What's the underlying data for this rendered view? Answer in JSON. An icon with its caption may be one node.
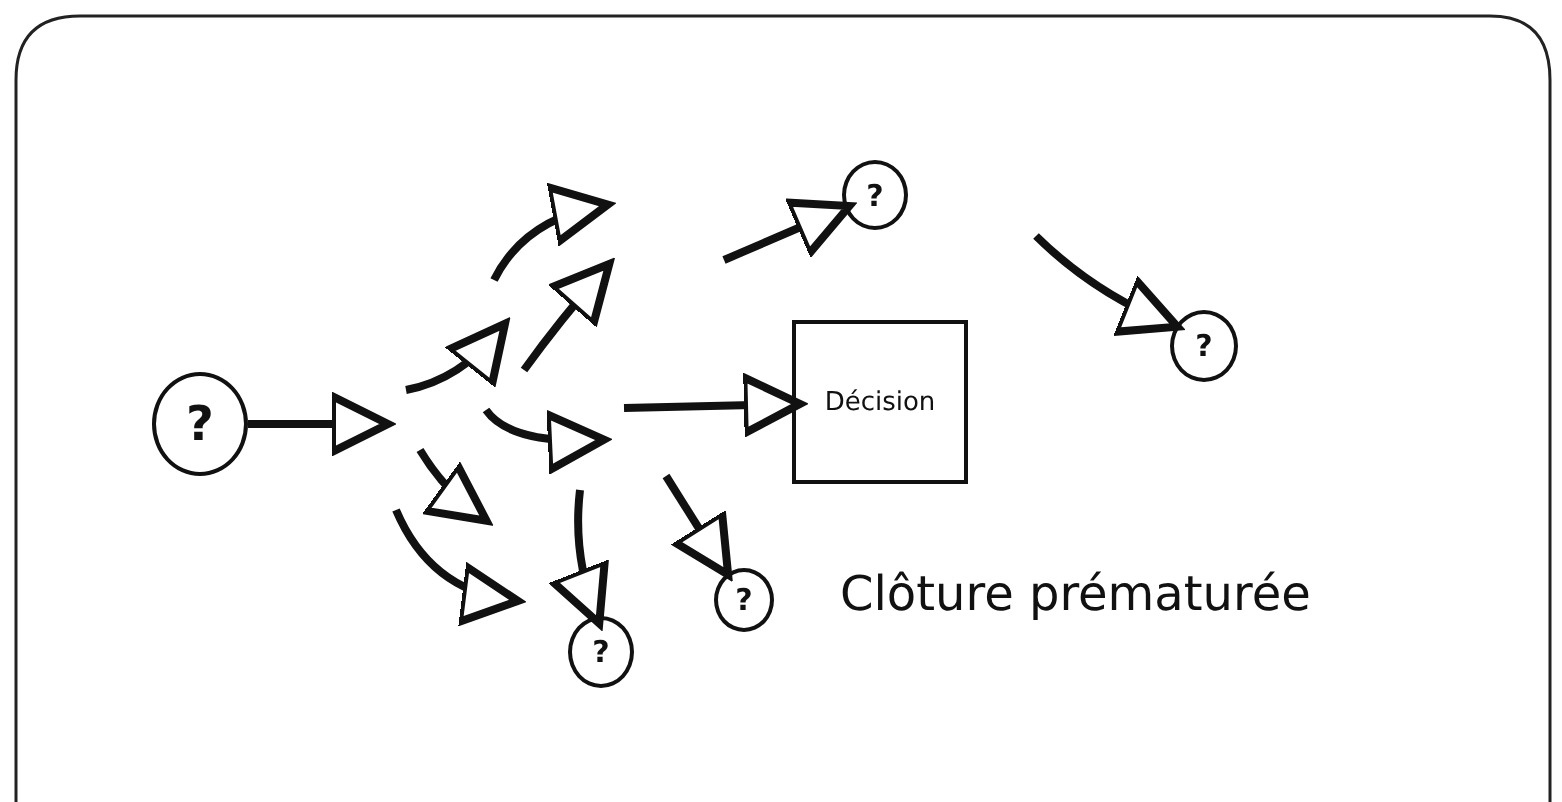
{
  "diagram": {
    "nodes": [
      {
        "text": [
          "?"
        ]
      },
      {
        "text": [
          "Décision"
        ]
      },
      {
        "text": [
          "?"
        ]
      },
      {
        "text": [
          "?"
        ]
      },
      {
        "text": [
          "?"
        ]
      },
      {
        "text": [
          "?"
        ]
      }
    ],
    "edges": [
      {
        "from": 0,
        "to": null,
        "arrow": "to"
      },
      {
        "from": null,
        "to": 1,
        "arrow": "to"
      },
      {
        "from": null,
        "to": 2,
        "arrow": "to"
      },
      {
        "from": null,
        "to": 3,
        "arrow": "to"
      },
      {
        "from": null,
        "to": 4,
        "arrow": "to"
      },
      {
        "from": null,
        "to": 5,
        "arrow": "to"
      }
    ],
    "labels": [
      "Clôture prématurée"
    ]
  }
}
